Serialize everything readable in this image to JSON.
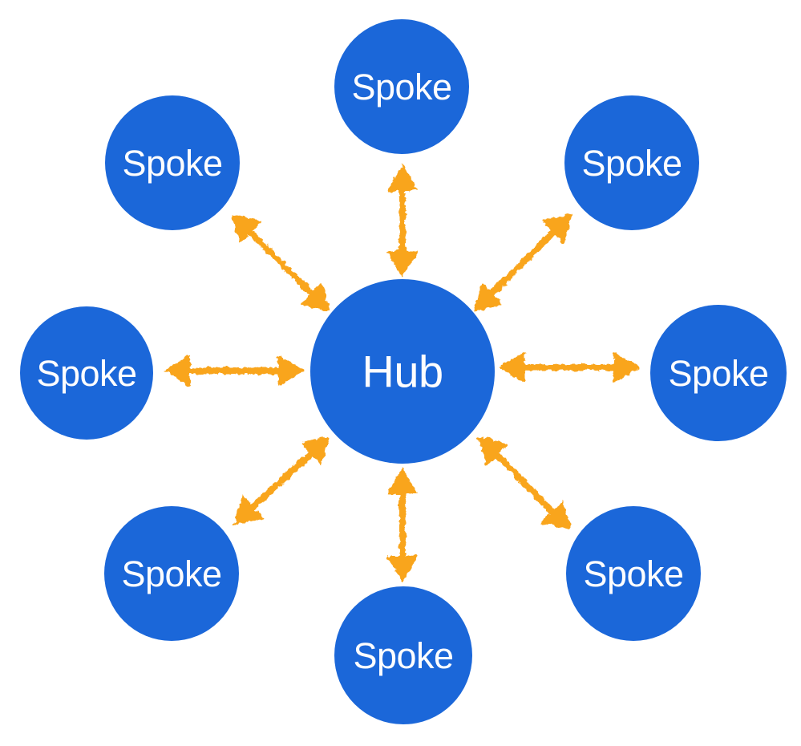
{
  "diagram": {
    "type": "hub-and-spoke",
    "hub": {
      "label": "Hub"
    },
    "spokes": [
      {
        "label": "Spoke",
        "position": "top"
      },
      {
        "label": "Spoke",
        "position": "top-right"
      },
      {
        "label": "Spoke",
        "position": "right"
      },
      {
        "label": "Spoke",
        "position": "bottom-right"
      },
      {
        "label": "Spoke",
        "position": "bottom"
      },
      {
        "label": "Spoke",
        "position": "bottom-left"
      },
      {
        "label": "Spoke",
        "position": "left"
      },
      {
        "label": "Spoke",
        "position": "top-left"
      }
    ],
    "connections": [
      {
        "from": "hub",
        "to": "spoke-top",
        "bidirectional": true
      },
      {
        "from": "hub",
        "to": "spoke-top-right",
        "bidirectional": true
      },
      {
        "from": "hub",
        "to": "spoke-right",
        "bidirectional": true
      },
      {
        "from": "hub",
        "to": "spoke-bottom-right",
        "bidirectional": true
      },
      {
        "from": "hub",
        "to": "spoke-bottom",
        "bidirectional": true
      },
      {
        "from": "hub",
        "to": "spoke-bottom-left",
        "bidirectional": true
      },
      {
        "from": "hub",
        "to": "spoke-left",
        "bidirectional": true
      },
      {
        "from": "hub",
        "to": "spoke-top-left",
        "bidirectional": true
      }
    ]
  },
  "colors": {
    "background": "#ffffff",
    "node_fill": "#1b67d9",
    "node_label": "#fdfdfe",
    "arrow": "#f9a51d"
  }
}
